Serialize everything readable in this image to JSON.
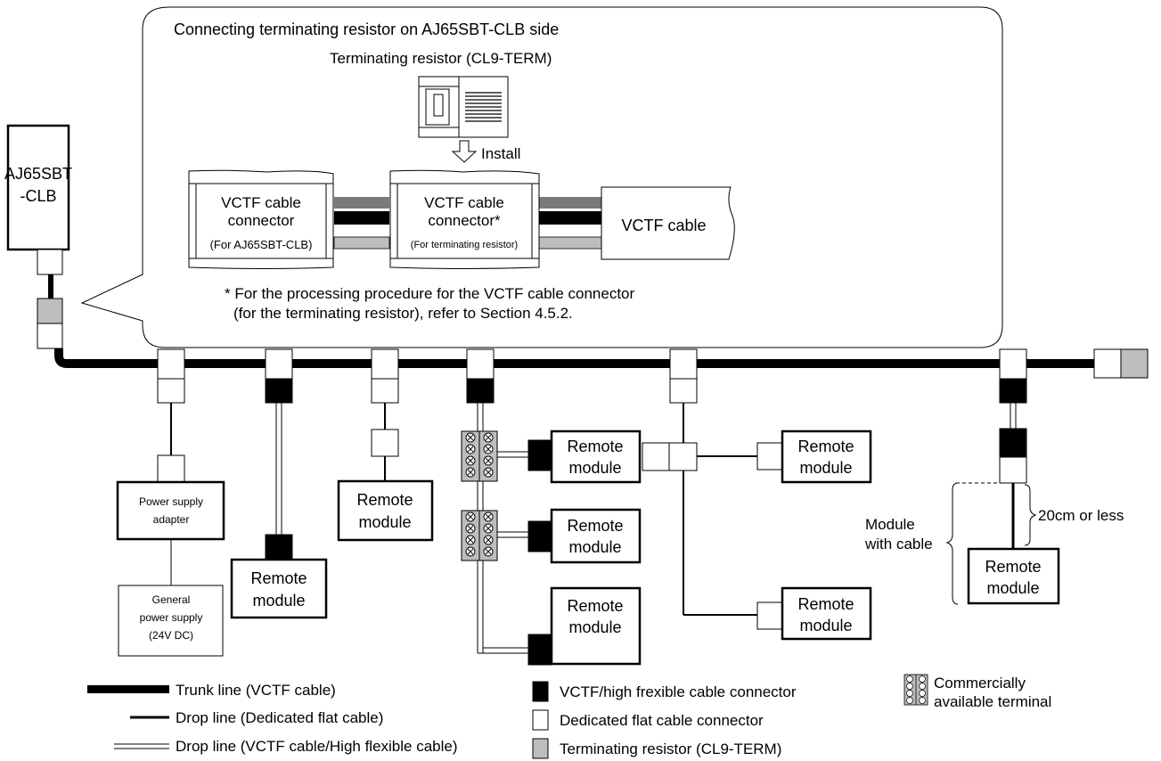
{
  "callout": {
    "title": "Connecting terminating resistor on AJ65SBT-CLB side",
    "resistor_label": "Terminating resistor (CL9-TERM)",
    "install_label": "Install",
    "left_connector": {
      "line1": "VCTF cable",
      "line2": "connector",
      "sub": "(For AJ65SBT-CLB)"
    },
    "right_connector": {
      "line1": "VCTF cable",
      "line2": "connector*",
      "sub": "(For terminating resistor)"
    },
    "cable_label": "VCTF cable",
    "note_line1": "* For the processing procedure for the VCTF cable connector",
    "note_line2": "(for the terminating resistor), refer to Section 4.5.2."
  },
  "master": {
    "line1": "AJ65SBT",
    "line2": "-CLB"
  },
  "power_adapter": {
    "line1": "Power supply",
    "line2": "adapter"
  },
  "general_power": {
    "line1": "General",
    "line2": "power supply",
    "line3": "(24V DC)"
  },
  "remote_module": {
    "line1": "Remote",
    "line2": "module"
  },
  "module_with_cable": {
    "line1": "Module",
    "line2": "with cable"
  },
  "length_note": "20cm or less",
  "legend": {
    "trunk": "Trunk line (VCTF cable)",
    "drop_flat": "Drop line (Dedicated flat cable)",
    "drop_vctf": "Drop line (VCTF cable/High flexible cable)",
    "vctf_connector": "VCTF/high frexible cable connector",
    "flat_connector": "Dedicated flat cable connector",
    "terminating_resistor": "Terminating resistor (CL9-TERM)",
    "terminal_line1": "Commercially",
    "terminal_line2": "available terminal"
  },
  "colors": {
    "line": "#000000",
    "vctf_connector": "#000000",
    "flat_connector": "#ffffff",
    "terminating_resistor": "#bdbdbd",
    "wire_gray": "#7a7a7a"
  }
}
